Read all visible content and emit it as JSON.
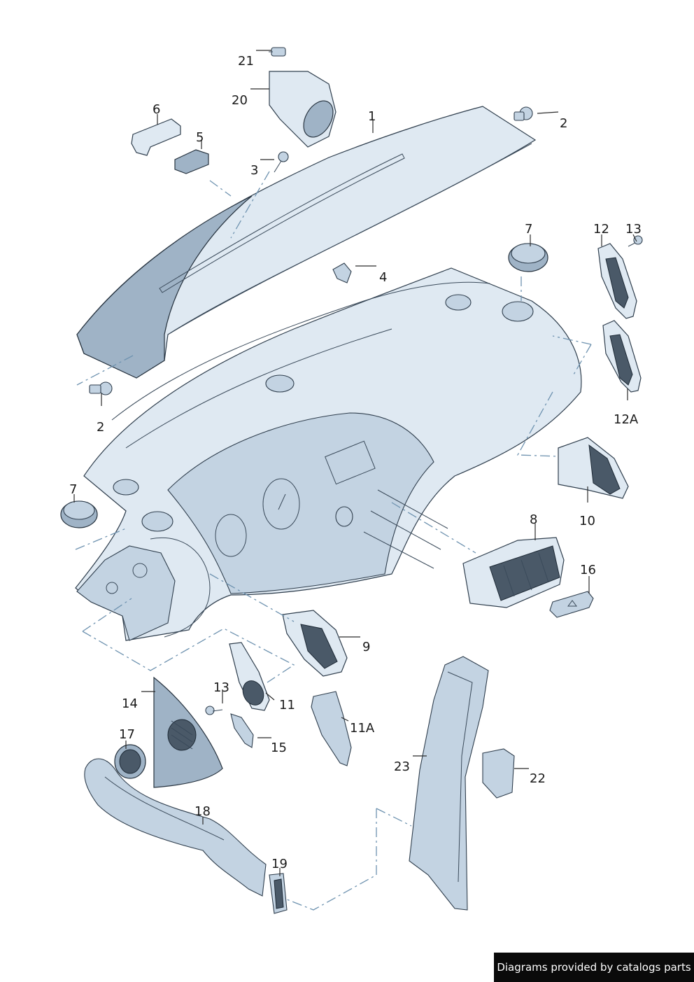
{
  "callouts": {
    "c1": "1",
    "c2a": "2",
    "c2b": "2",
    "c3": "3",
    "c4": "4",
    "c5": "5",
    "c6": "6",
    "c7a": "7",
    "c7b": "7",
    "c8": "8",
    "c9": "9",
    "c10": "10",
    "c11": "11",
    "c11a": "11A",
    "c12": "12",
    "c12a": "12A",
    "c13a": "13",
    "c13b": "13",
    "c14": "14",
    "c15": "15",
    "c16": "16",
    "c17": "17",
    "c18": "18",
    "c19": "19",
    "c20": "20",
    "c21": "21",
    "c22": "22",
    "c23": "23"
  },
  "credit": "Diagrams provided by catalogs parts"
}
